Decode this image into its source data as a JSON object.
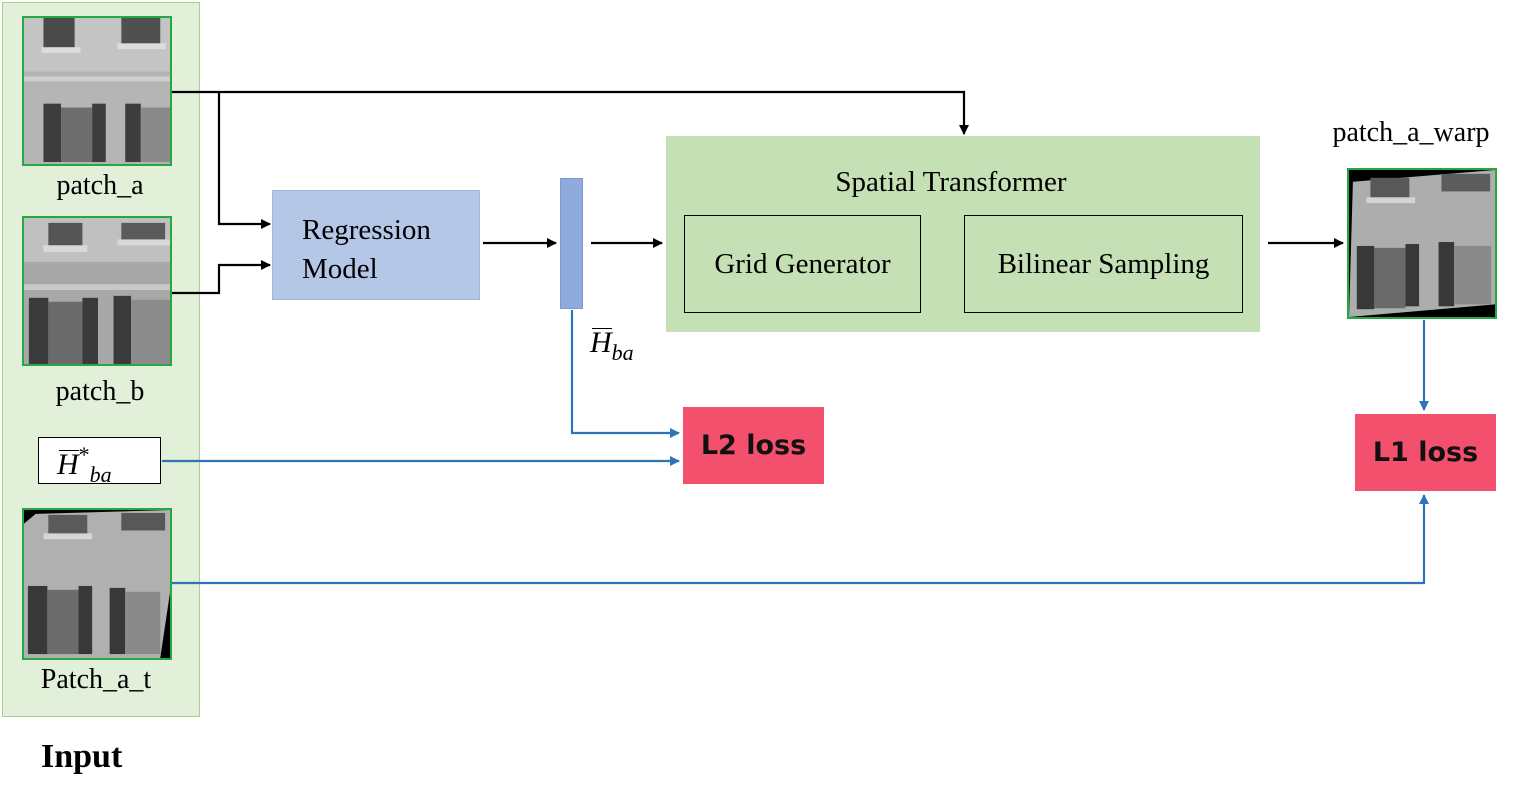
{
  "input": {
    "title": "Input",
    "patch_a_label": "patch_a",
    "patch_b_label": "patch_b",
    "patch_a_t_label": "Patch_a_t"
  },
  "regression": {
    "line1": "Regression",
    "line2": "Model"
  },
  "homography": {
    "symbol": "H",
    "subscript": "ba",
    "gt_superscript": "*"
  },
  "spatial_transformer": {
    "title": "Spatial Transformer",
    "grid_generator": "Grid Generator",
    "bilinear_sampling": "Bilinear Sampling"
  },
  "output": {
    "warp_label": "patch_a_warp"
  },
  "losses": {
    "l2": "L2 loss",
    "l1": "L1 loss"
  },
  "colors": {
    "input_panel": "#e2efd9",
    "regression_box": "#b4c7e7",
    "vector": "#8faadc",
    "spatial_transformer": "#c5e0b4",
    "loss_box": "#f2506c",
    "blue_arrow": "#2e75b6",
    "patch_border": "#22a845"
  }
}
